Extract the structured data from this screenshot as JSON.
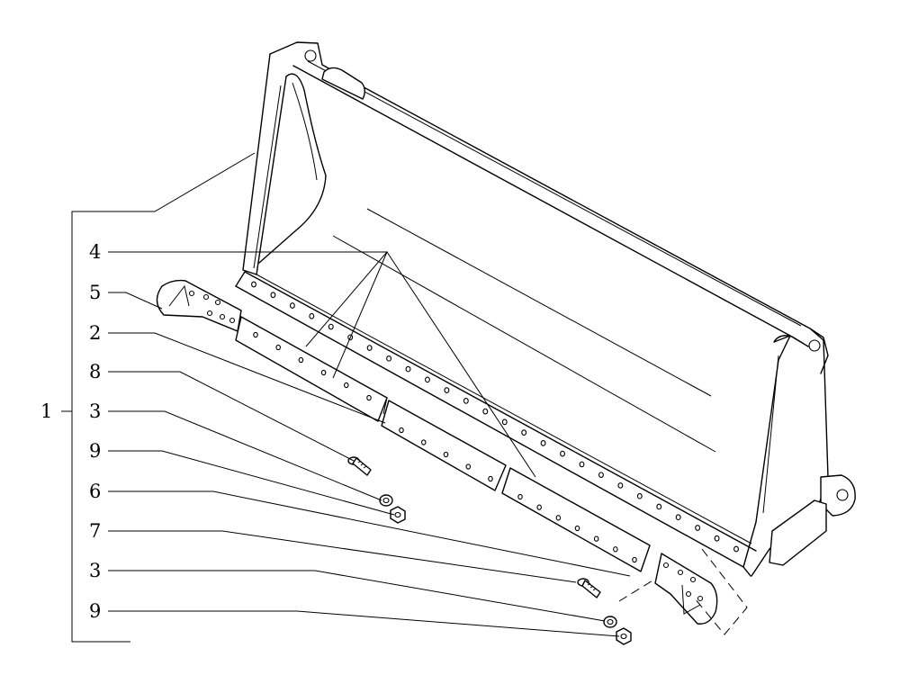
{
  "callouts": {
    "c1": "1",
    "c4": "4",
    "c5": "5",
    "c2": "2",
    "c8": "8",
    "c3a": "3",
    "c9a": "9",
    "c6": "6",
    "c7": "7",
    "c3b": "3",
    "c9b": "9"
  }
}
